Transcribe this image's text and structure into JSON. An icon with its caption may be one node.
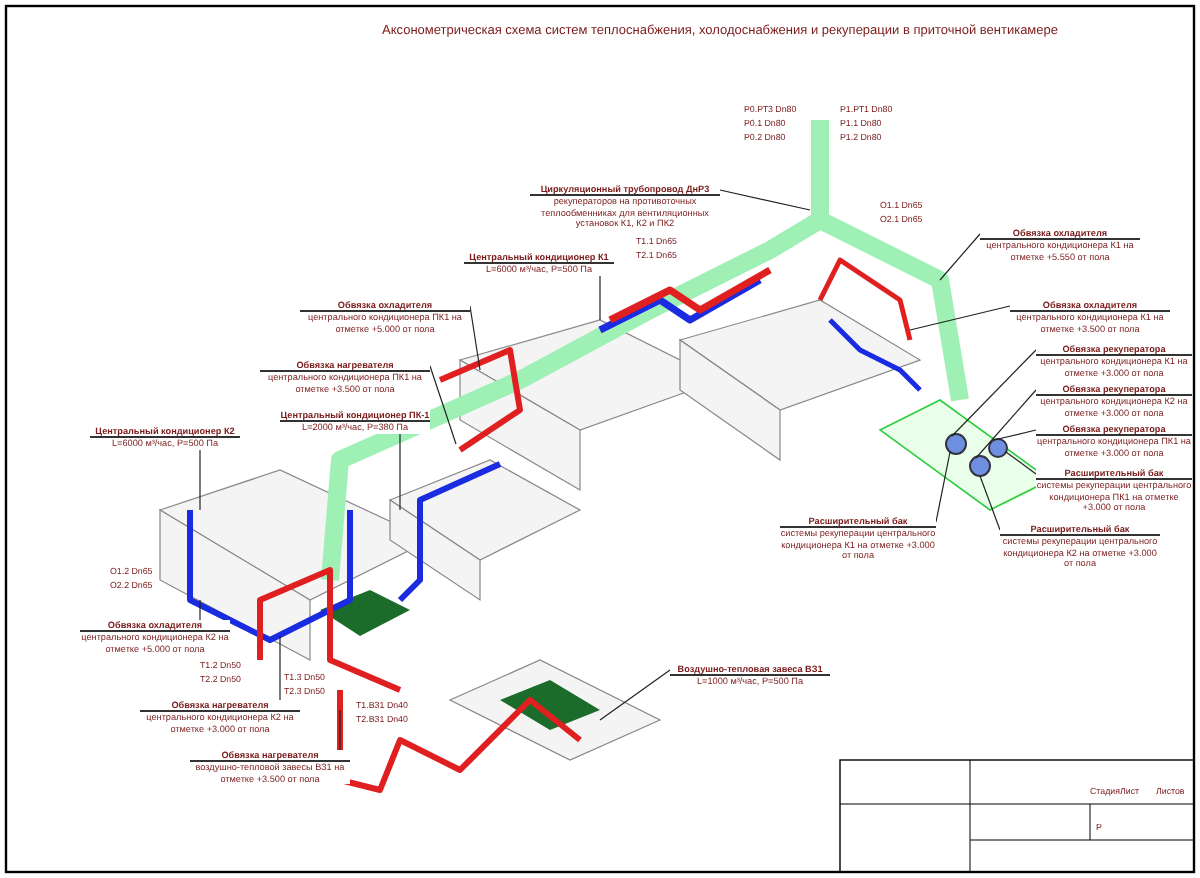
{
  "diagram": {
    "title": "Аксонометрическая схема систем теплоснабжения, холодоснабжения и рекуперации в приточной вентикамере",
    "nodes": [
      {
        "text": [
          "Циркуляционный трубопровод ДнР3",
          "рекуператоров на противоточных теплообменниках для вентиляционных установок К1, К2 и ПК2"
        ]
      },
      {
        "text": [
          "Центральный кондиционер К1",
          "L=6000 м³/час, P=500 Па"
        ]
      },
      {
        "text": [
          "Обвязка охладителя",
          "центрального кондиционера К1 на отметке +5.550 от пола"
        ]
      },
      {
        "text": [
          "Обвязка охладителя",
          "центрального кондиционера ПК1 на отметке +5.000 от пола"
        ]
      },
      {
        "text": [
          "Обвязка нагревателя",
          "центрального кондиционера ПК1 на отметке +3.500 от пола"
        ]
      },
      {
        "text": [
          "Центральный кондиционер ПК-1",
          "L=2000 м³/час, P=380 Па"
        ]
      },
      {
        "text": [
          "Центральный кондиционер К2",
          "L=6000 м³/час, P=500 Па"
        ]
      },
      {
        "text": [
          "Обвязка охладителя",
          "центрального кондиционера К1 на отметке +3.500 от пола"
        ]
      },
      {
        "text": [
          "Обвязка рекуператора",
          "центрального кондиционера К1 на отметке +3.000 от пола"
        ]
      },
      {
        "text": [
          "Обвязка рекуператора",
          "центрального кондиционера К2 на отметке +3.000 от пола"
        ]
      },
      {
        "text": [
          "Обвязка рекуператора",
          "центрального кондиционера ПК1 на отметке +3.000 от пола"
        ]
      },
      {
        "text": [
          "Расширительный бак",
          "системы рекуперации центрального кондиционера ПК1 на отметке +3.000 от пола"
        ]
      },
      {
        "text": [
          "Расширительный бак",
          "системы рекуперации центрального кондиционера К1 на отметке +3.000 от пола"
        ]
      },
      {
        "text": [
          "Расширительный бак",
          "системы рекуперации центрального кондиционера К2 на отметке +3.000 от пола"
        ]
      },
      {
        "text": [
          "Обвязка охладителя",
          "центрального кондиционера К2 на отметке +5.000 от пола"
        ]
      },
      {
        "text": [
          "Обвязка нагревателя",
          "центрального кондиционера К2 на отметке +3.000 от пола"
        ]
      },
      {
        "text": [
          "Обвязка нагревателя",
          "воздушно-тепловой завесы ВЗ1 на отметке +3.500 от пола"
        ]
      },
      {
        "text": [
          "Воздушно-тепловая завеса ВЗ1",
          "L=1000 м³/час, P=500 Па"
        ]
      }
    ],
    "edges": [
      {
        "from": 0,
        "to": null,
        "arrow": "none"
      },
      {
        "from": 1,
        "to": null,
        "arrow": "none"
      },
      {
        "from": 2,
        "to": null,
        "arrow": "none"
      },
      {
        "from": 3,
        "to": null,
        "arrow": "none"
      },
      {
        "from": 4,
        "to": null,
        "arrow": "none"
      },
      {
        "from": 5,
        "to": null,
        "arrow": "none"
      },
      {
        "from": 6,
        "to": null,
        "arrow": "none"
      },
      {
        "from": 7,
        "to": null,
        "arrow": "none"
      },
      {
        "from": 8,
        "to": null,
        "arrow": "none"
      },
      {
        "from": 9,
        "to": null,
        "arrow": "none"
      },
      {
        "from": 10,
        "to": null,
        "arrow": "none"
      },
      {
        "from": 11,
        "to": null,
        "arrow": "none"
      },
      {
        "from": 12,
        "to": null,
        "arrow": "none"
      },
      {
        "from": 13,
        "to": null,
        "arrow": "none"
      },
      {
        "from": 14,
        "to": null,
        "arrow": "none"
      },
      {
        "from": 15,
        "to": null,
        "arrow": "none"
      },
      {
        "from": 16,
        "to": null,
        "arrow": "none"
      },
      {
        "from": 17,
        "to": null,
        "arrow": "none"
      }
    ],
    "labels": [
      "Р0.РТ3 Dn80",
      "Р0.1 Dn80",
      "Р0.2 Dn80",
      "Р1.РТ1 Dn80",
      "Р1.1 Dn80",
      "Р1.2 Dn80",
      "Т1.1 Dn65",
      "Т2.1 Dn65",
      "О1.1 Dn65",
      "О2.1 Dn65",
      "О1.2 Dn65",
      "О2.2 Dn65",
      "Т1.2 Dn50",
      "Т2.2 Dn50",
      "Т1.3 Dn50",
      "Т2.3 Dn50",
      "Т1.ВЗ1 Dn40",
      "Т2.ВЗ1 Dn40",
      "Стадия",
      "Лист",
      "Листов",
      "Р"
    ]
  }
}
